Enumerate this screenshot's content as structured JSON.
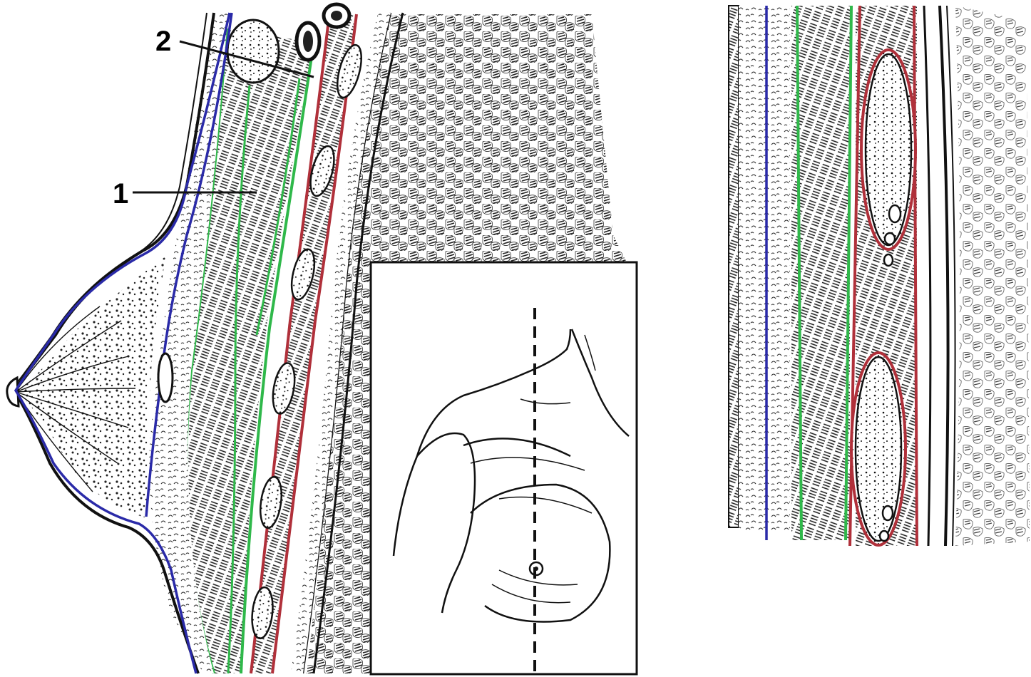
{
  "labels": [
    {
      "id": "1",
      "text": "1"
    },
    {
      "id": "2",
      "text": "2"
    }
  ],
  "colors": {
    "superficial_fascia": "#2a2aa8",
    "pectoral_fascia": "#2fb84a",
    "clavipectoral_fascia": "#b0303a",
    "ink": "#111111",
    "background": "#ffffff"
  },
  "icons": {
    "left_panel": "sagittal-section-of-breast-and-chest-wall",
    "inset": "torso-outline-with-dashed-section-line",
    "right_panel": "enlarged-section-of-chest-wall-layers"
  }
}
